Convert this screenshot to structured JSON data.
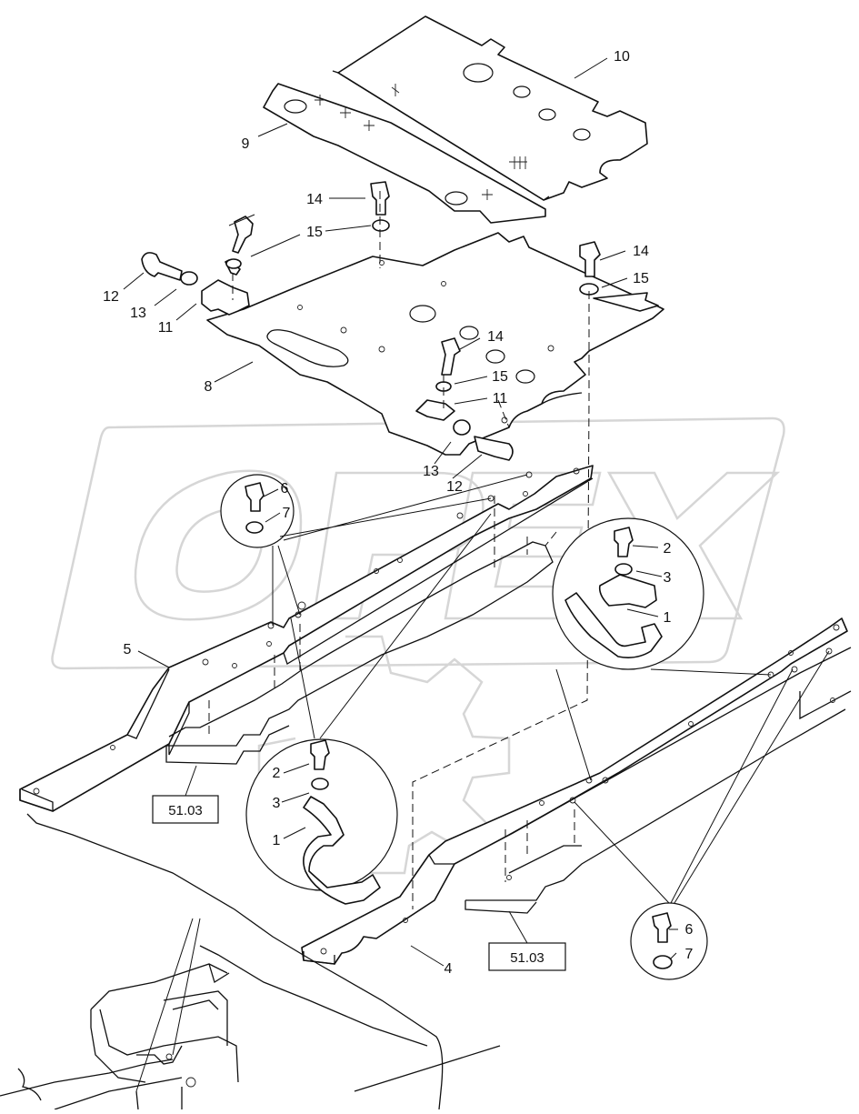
{
  "watermark": {
    "text": "OPEX"
  },
  "callouts": {
    "c10": "10",
    "c9": "9",
    "c14a": "14",
    "c15a": "15",
    "c14b": "14",
    "c15b": "15",
    "c12a": "12",
    "c13a": "13",
    "c11a": "11",
    "c8": "8",
    "c14c": "14",
    "c15c": "15",
    "c11b": "11",
    "c13b": "13",
    "c12b": "12",
    "c6a": "6",
    "c7a": "7",
    "c5": "5",
    "c2a": "2",
    "c3a": "3",
    "c1a": "1",
    "c2b": "2",
    "c3b": "3",
    "c1b": "1",
    "c4": "4",
    "c6b": "6",
    "c7b": "7"
  },
  "references": {
    "ref_left": "51.03",
    "ref_right": "51.03"
  }
}
